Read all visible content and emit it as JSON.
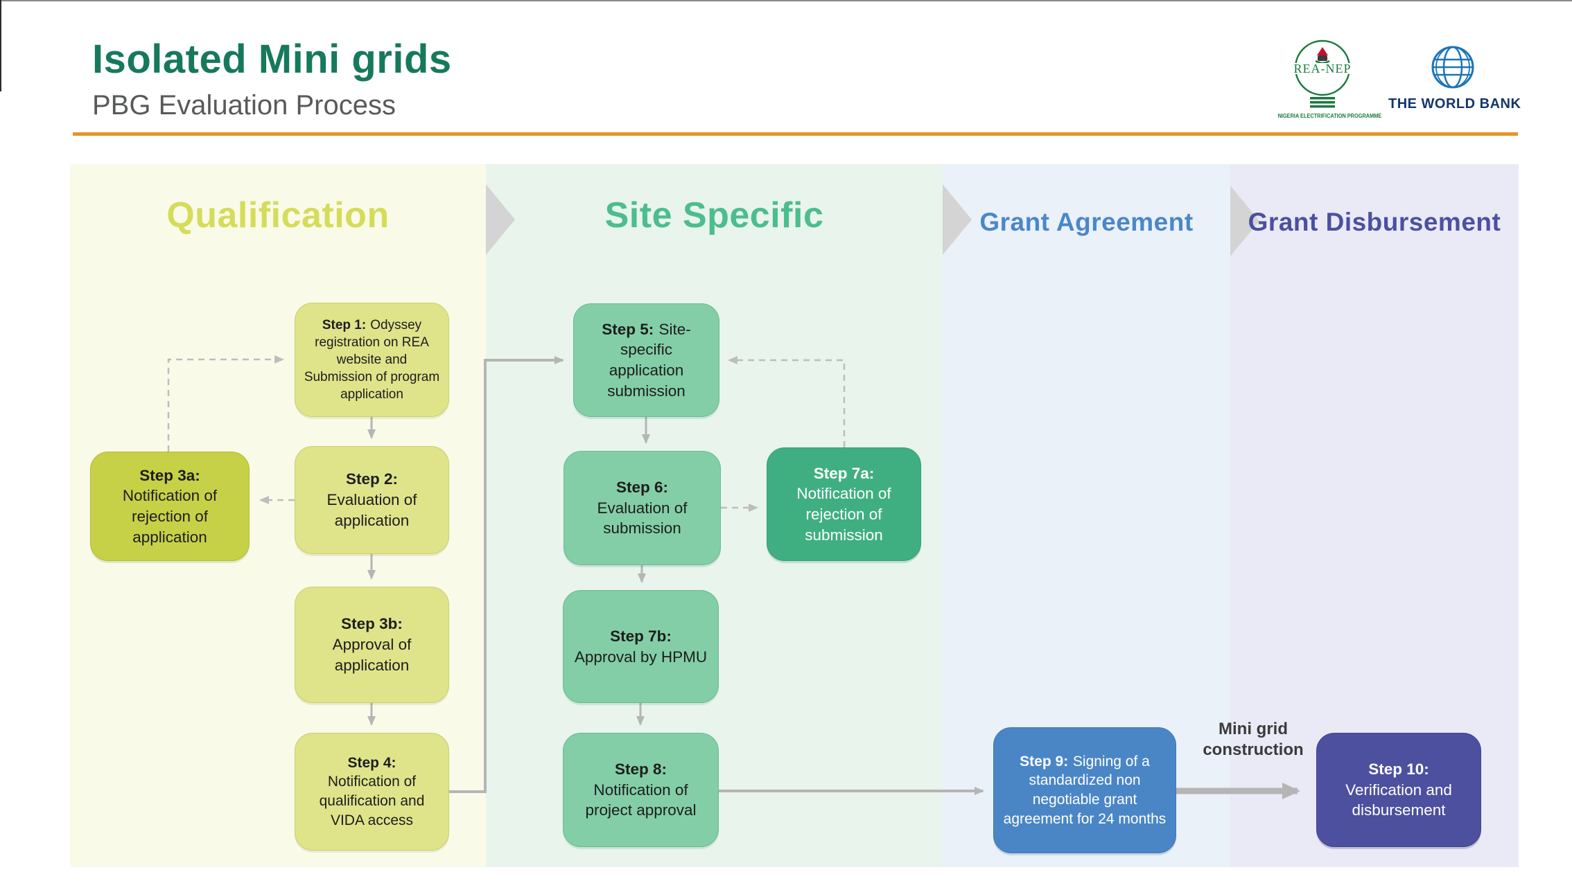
{
  "header": {
    "title": "Isolated Mini grids",
    "subtitle": "PBG Evaluation Process"
  },
  "logos": {
    "rea_nep": {
      "name": "REA-NEP",
      "caption": "NIGERIA ELECTRIFICATION PROGRAMME"
    },
    "world_bank": {
      "name": "THE WORLD BANK"
    }
  },
  "columns": [
    {
      "label": "Qualification"
    },
    {
      "label": "Site Specific"
    },
    {
      "label": "Grant Agreement"
    },
    {
      "label": "Grant Disbursement"
    }
  ],
  "steps": [
    {
      "id": "step-1",
      "label": "Step 1:",
      "text": "Odyssey registration on REA website and Submission of program application"
    },
    {
      "id": "step-2",
      "label": "Step 2:",
      "text": "Evaluation of application"
    },
    {
      "id": "step-3a",
      "label": "Step 3a:",
      "text": "Notification of rejection of application"
    },
    {
      "id": "step-3b",
      "label": "Step 3b:",
      "text": "Approval of application"
    },
    {
      "id": "step-4",
      "label": "Step 4:",
      "text": "Notification of qualification and VIDA access"
    },
    {
      "id": "step-5",
      "label": "Step 5:",
      "text": "Site-specific application submission"
    },
    {
      "id": "step-6",
      "label": "Step 6:",
      "text": "Evaluation of submission"
    },
    {
      "id": "step-7a",
      "label": "Step 7a:",
      "text": "Notification of rejection of submission"
    },
    {
      "id": "step-7b",
      "label": "Step 7b:",
      "text": "Approval by HPMU"
    },
    {
      "id": "step-8",
      "label": "Step 8:",
      "text": "Notification of project approval"
    },
    {
      "id": "step-9",
      "label": "Step 9:",
      "text": "Signing of a standardized non negotiable grant agreement for 24 months"
    },
    {
      "id": "step-10",
      "label": "Step 10:",
      "text": "Verification and disbursement"
    }
  ],
  "annotations": {
    "construction": "Mini grid construction"
  },
  "colors": {
    "accent_orange": "#E8932C",
    "title_green": "#17795C",
    "qualification_header": "#D5DC5A",
    "site_header": "#4CBD8C",
    "agreement_header": "#4A87C7",
    "disbursement_header": "#4B509F",
    "qualification_fill": "#DFE48B",
    "qualification_reject_fill": "#C6D148",
    "site_fill": "#83CEA7",
    "site_reject_fill": "#3FAF81",
    "agreement_fill": "#4A86C6",
    "disbursement_fill": "#4C509E",
    "connector_gray": "#B5B5B5"
  }
}
